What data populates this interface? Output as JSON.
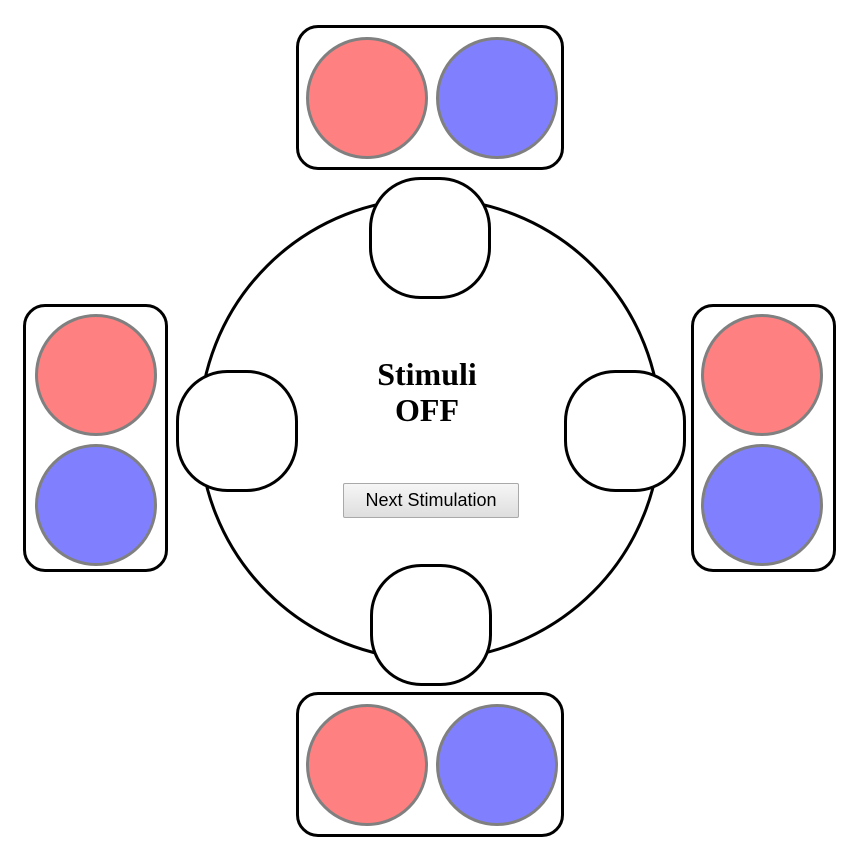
{
  "status": {
    "line1": "Stimuli",
    "line2": "OFF"
  },
  "next_button": {
    "label": "Next Stimulation"
  },
  "colors": {
    "red_light": "#ff8080",
    "blue_light": "#8080ff",
    "light_border": "#808080",
    "outline": "#000000"
  },
  "panels": [
    {
      "side": "top",
      "lights": [
        "red",
        "blue"
      ]
    },
    {
      "side": "left",
      "lights": [
        "red",
        "blue"
      ]
    },
    {
      "side": "right",
      "lights": [
        "red",
        "blue"
      ]
    },
    {
      "side": "bottom",
      "lights": [
        "red",
        "blue"
      ]
    }
  ]
}
